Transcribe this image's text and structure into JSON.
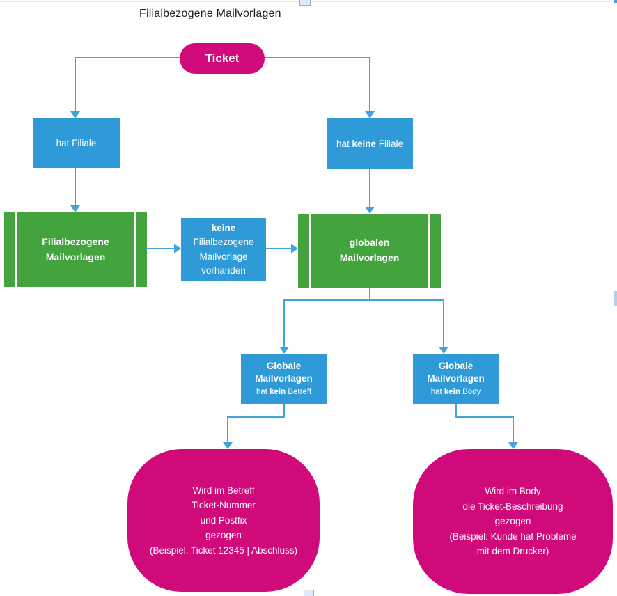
{
  "title": "Filialbezogene Mailvorlagen",
  "colors": {
    "blue": "#2E9BD8",
    "green": "#43A33C",
    "magenta": "#D10A7B",
    "connector": "#41A5DC"
  },
  "nodes": {
    "ticket": {
      "label": "Ticket"
    },
    "hat_filiale": {
      "label": "hat Filiale"
    },
    "hat_keine_filiale": {
      "pre": "hat ",
      "bold": "keine",
      "post": " Filiale"
    },
    "filialbezogene_mailvorlagen": {
      "text": "Filialbezogene\nMailvorlagen"
    },
    "keine_vorlage": {
      "bold": "keine",
      "rest": "\nFilialbezogene\nMailvorlage\nvorhanden"
    },
    "globalen_mailvorlagen": {
      "text": "globalen\nMailvorlagen"
    },
    "globale_betreff": {
      "main": "Globale\nMailvorlagen",
      "sub_pre": "hat ",
      "sub_bold": "kein",
      "sub_post": " Betreff"
    },
    "globale_body": {
      "main": "Globale\nMailvorlagen",
      "sub_pre": "hat ",
      "sub_bold": "kein",
      "sub_post": " Body"
    },
    "result_betreff": {
      "text": "Wird im Betreff\nTicket-Nummer\nund Postfix\ngezogen\n(Beispiel: Ticket 12345 | Abschluss)"
    },
    "result_body": {
      "text": "Wird im Body\ndie Ticket-Beschreibung\ngezogen\n(Beispiel: Kunde hat Probleme\nmit dem Drucker)"
    }
  }
}
